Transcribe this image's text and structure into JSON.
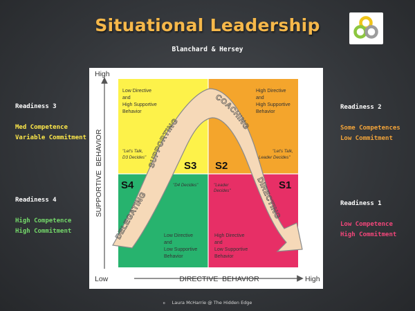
{
  "title": "Situational Leadership",
  "subtitle": "Blanchard & Hersey",
  "footer": "Laura McHarrie @ The Hidden Edge",
  "footer_bullet": "o",
  "readiness": {
    "r3": {
      "title": "Readiness 3",
      "line1": "Med Competence",
      "line2": "Variable Commitment",
      "color": "#ffe94a"
    },
    "r4": {
      "title": "Readiness 4",
      "line1": "High Competence",
      "line2": "High Commitment",
      "color": "#74d86a"
    },
    "r2": {
      "title": "Readiness 2",
      "line1": "Some Competences",
      "line2": "Low Commitment",
      "color": "#f2a43a"
    },
    "r1": {
      "title": "Readiness 1",
      "line1": "Low Competence",
      "line2": "High Commitment",
      "color": "#f2467a"
    }
  },
  "axes": {
    "y_high": "High",
    "y_label": "SUPPORTIVE  BEHAVIOR",
    "x_low": "Low",
    "x_label": "DIRECTIVE  BEHAVIOR",
    "x_high": "High"
  },
  "quadrants": {
    "s3": {
      "code": "S3",
      "desc": [
        "Low Directive",
        "and",
        "High Supportive",
        "Behavior"
      ],
      "quote": [
        "\"Let's Talk,",
        "D3 Decides\""
      ],
      "color": "#fdf24a"
    },
    "s2": {
      "code": "S2",
      "desc": [
        "High Directive",
        "and",
        "High Supportive",
        "Behavior"
      ],
      "quote": [
        "\"Let's Talk,",
        "Leader Decides\""
      ],
      "color": "#f4a52c"
    },
    "s4": {
      "code": "S4",
      "desc": [
        "Low Directive",
        "and",
        "Low Supportive",
        "Behavior"
      ],
      "quote": [
        "\"D4 Decides\""
      ],
      "color": "#27b36e"
    },
    "s1": {
      "code": "S1",
      "desc": [
        "High Directive",
        "and",
        "Low Supportive",
        "Behavior"
      ],
      "quote": [
        "\"Leader",
        "Decides\""
      ],
      "color": "#e72f66"
    }
  },
  "curve_labels": {
    "delegating": "DELEGATING",
    "supporting": "SUPPORTING",
    "coaching": "COACHING",
    "directing": "DIRECTING"
  },
  "colors": {
    "title": "#f6b84a",
    "curve_fill": "#f6d9b8",
    "curve_stroke": "#8a8a8a",
    "logo_yellow": "#f0c419",
    "logo_green": "#8cc63f",
    "logo_gray": "#9c9c9c"
  }
}
